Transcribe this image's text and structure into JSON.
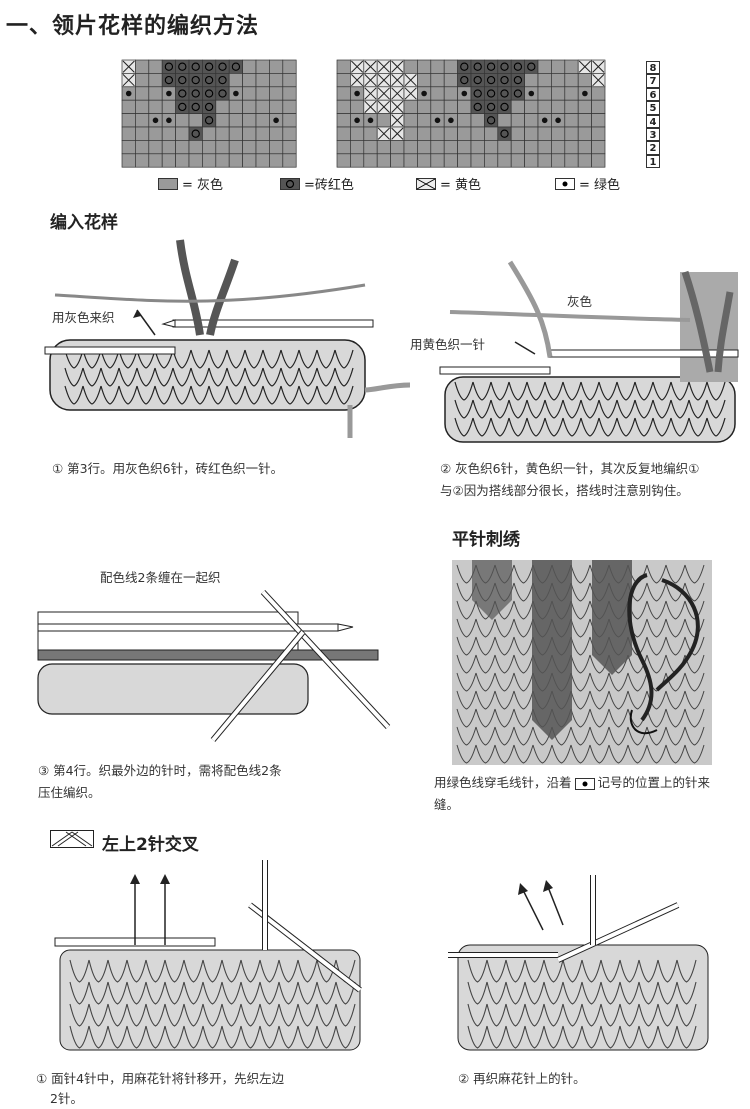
{
  "page_title": "一、领片花样的编织方法",
  "chart": {
    "row_numbers": [
      "8",
      "7",
      "6",
      "5",
      "4",
      "3",
      "2",
      "1"
    ],
    "legend": [
      {
        "icon": "gray-square-icon",
        "label": "= 灰色"
      },
      {
        "icon": "brick-red-circle-icon",
        "label": "=砖红色"
      },
      {
        "icon": "yellow-cross-icon",
        "label": "= 黄色"
      },
      {
        "icon": "green-dot-icon",
        "label": "= 绿色"
      }
    ],
    "colors": {
      "gray": "#9a9a9a",
      "brick_red": "#555555",
      "yellow": "#e6e6e6",
      "green": "#111111"
    }
  },
  "sections": {
    "insert_pattern": {
      "heading": "编入花样",
      "step1": {
        "label": "用灰色来织",
        "caption": "① 第3行。用灰色织6针，砖红色织一针。"
      },
      "step2": {
        "label_gray": "灰色",
        "label_yellow": "用黄色织一针",
        "caption_line1": "② 灰色织6针，黄色织一针，其次反复地编织①",
        "caption_line2": "与②因为搭线部分很长，搭线时注意别钩住。"
      },
      "step3": {
        "label": "配色线2条缠在一起织",
        "caption_line1": "③ 第4行。织最外边的针时，需将配色线2条",
        "caption_line2": "压住编织。"
      }
    },
    "embroidery": {
      "heading": "平针刺绣",
      "caption_line1": "用绿色线穿毛线针，沿着",
      "caption_line1_end": "记号的位置上的针来",
      "caption_line2": "缝。"
    },
    "cable": {
      "heading": "左上2针交叉",
      "step1_line1": "① 面针4针中，用麻花针将针移开，先织左边",
      "step1_line2": "2针。",
      "step2": "② 再织麻花针上的针。"
    }
  }
}
